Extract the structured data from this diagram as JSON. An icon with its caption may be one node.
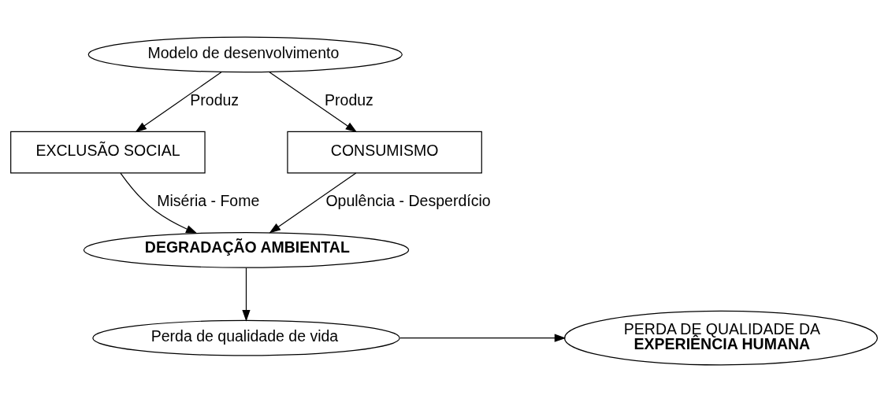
{
  "diagram": {
    "nodes": [
      {
        "text": [
          "Modelo de desenvolvimento"
        ]
      },
      {
        "text": [
          "EXCLUSÃO SOCIAL"
        ]
      },
      {
        "text": [
          "CONSUMISMO"
        ]
      },
      {
        "text": [
          "DEGRADAÇÃO AMBIENTAL"
        ]
      },
      {
        "text": [
          "Perda de qualidade de vida"
        ]
      },
      {
        "text": [
          "PERDA DE QUALIDADE DA",
          "**EXPERIÊNCIA HUMANA**"
        ]
      }
    ],
    "edges": [
      {
        "from": 0,
        "to": 1,
        "arrow": "to",
        "label": "Produz"
      },
      {
        "from": 0,
        "to": 2,
        "arrow": "to",
        "label": "Produz"
      },
      {
        "from": 1,
        "to": 3,
        "arrow": "to",
        "label": "Miséria - Fome"
      },
      {
        "from": 2,
        "to": 3,
        "arrow": "to",
        "label": "Opulência - Desperdício"
      },
      {
        "from": 3,
        "to": 4,
        "arrow": "to"
      },
      {
        "from": 4,
        "to": 5,
        "arrow": "to"
      }
    ]
  }
}
